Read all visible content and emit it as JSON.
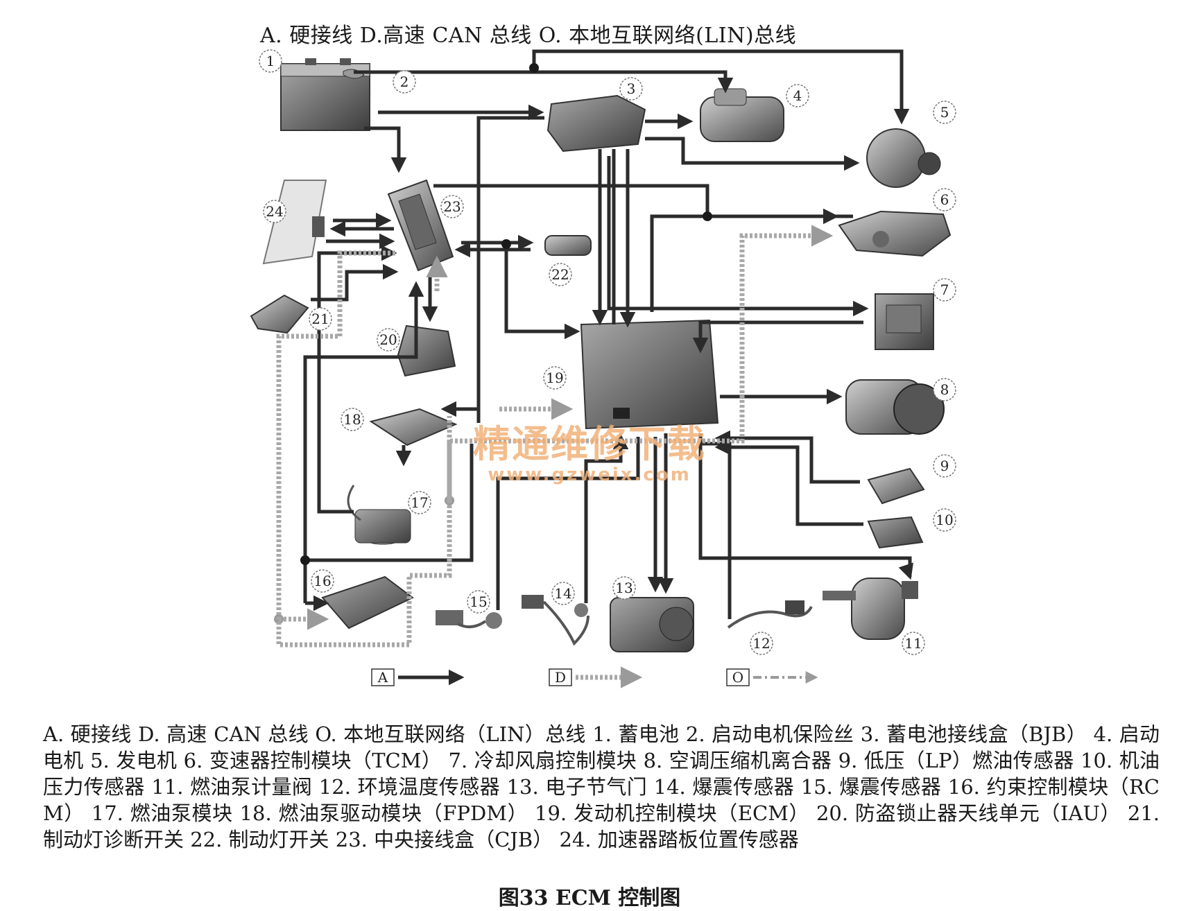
{
  "header_legend": "A. 硬接线   D.高速 CAN 总线 O. 本地互联网络(LIN)总线",
  "components": [
    {
      "num": "1",
      "name": "蓄电池"
    },
    {
      "num": "2",
      "name": "启动电机保险丝"
    },
    {
      "num": "3",
      "name": "蓄电池接线盒（BJB）"
    },
    {
      "num": "4",
      "name": "启动电机"
    },
    {
      "num": "5",
      "name": "发电机"
    },
    {
      "num": "6",
      "name": "变速器控制模块（TCM）"
    },
    {
      "num": "7",
      "name": "冷却风扇控制模块"
    },
    {
      "num": "8",
      "name": "空调压缩机离合器"
    },
    {
      "num": "9",
      "name": "低压（LP）燃油传感器"
    },
    {
      "num": "10",
      "name": "机油压力传感器"
    },
    {
      "num": "11",
      "name": "燃油泵计量阀"
    },
    {
      "num": "12",
      "name": "环境温度传感器"
    },
    {
      "num": "13",
      "name": "电子节气门"
    },
    {
      "num": "14",
      "name": "爆震传感器"
    },
    {
      "num": "15",
      "name": "爆震传感器"
    },
    {
      "num": "16",
      "name": "约束控制模块（RCM）"
    },
    {
      "num": "17",
      "name": "燃油泵模块"
    },
    {
      "num": "18",
      "name": "燃油泵驱动模块（FPDM）"
    },
    {
      "num": "19",
      "name": "发动机控制模块（ECM）"
    },
    {
      "num": "20",
      "name": "防盗锁止器天线单元（IAU）"
    },
    {
      "num": "21",
      "name": "制动灯诊断开关"
    },
    {
      "num": "22",
      "name": "制动灯开关"
    },
    {
      "num": "23",
      "name": "中央接线盒（CJB）"
    },
    {
      "num": "24",
      "name": "加速器踏板位置传感器"
    }
  ],
  "legend_keys": [
    {
      "letter": "A",
      "style": "solid"
    },
    {
      "letter": "D",
      "style": "dotted"
    },
    {
      "letter": "O",
      "style": "dash-dot"
    }
  ],
  "caption": "A. 硬接线  D. 高速 CAN 总线  O. 本地互联网络（LIN）总线  1. 蓄电池  2. 启动电机保险丝  3. 蓄电池接线盒（BJB）  4. 启动电机  5. 发电机  6. 变速器控制模块（TCM）  7. 冷却风扇控制模块  8. 空调压缩机离合器  9. 低压（LP）燃油传感器  10. 机油压力传感器  11. 燃油泵计量阀  12. 环境温度传感器  13. 电子节气门  14. 爆震传感器  15. 爆震传感器  16. 约束控制模块（RCM）  17. 燃油泵模块  18. 燃油泵驱动模块（FPDM）  19. 发动机控制模块（ECM）  20. 防盗锁止器天线单元（IAU）  21. 制动灯诊断开关  22. 制动灯开关  23. 中央接线盒（CJB）  24. 加速器踏板位置传感器",
  "figure_title": "图33   ECM 控制图",
  "watermark": {
    "cn": "精通维修下载",
    "url": "www.gzweix.com"
  },
  "colors": {
    "wire": "#2b2b2b",
    "component": "#8a8a8a",
    "bus": "#b5b5b5",
    "watermark": "#f2b27a"
  }
}
